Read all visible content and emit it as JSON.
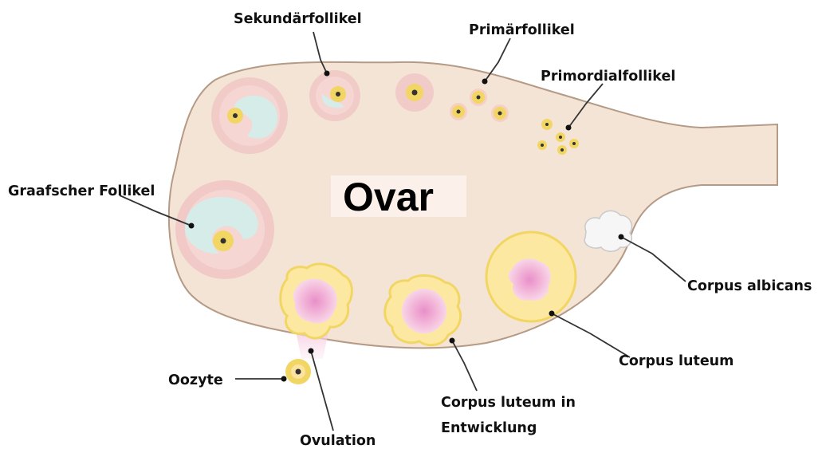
{
  "title": "Ovar",
  "labels": {
    "sekundaerfollikel": "Sekundärfollikel",
    "primaerfollikel": "Primärfollikel",
    "primordialfollikel": "Primordialfollikel",
    "graafscher_follikel": "Graafscher Follikel",
    "corpus_albicans": "Corpus albicans",
    "corpus_luteum": "Corpus luteum",
    "corpus_luteum_in_entwicklung_line1": "Corpus luteum in",
    "corpus_luteum_in_entwicklung_line2": "Entwicklung",
    "oozyte": "Oozyte",
    "ovulation": "Ovulation"
  },
  "colors": {
    "ovary_fill": "#f4e4d6",
    "ovary_outline": "#b59a86",
    "follicle_halo": "#f0c4c4",
    "antrum": "#d5ece8",
    "oocyte_ring": "#f2d664",
    "oocyte_core": "#cfa32a",
    "corpus_yellow": "#fce8a0",
    "corpus_pink": "#f3b9da",
    "corpus_albicans": "#f6f6f6",
    "title_box": "#fbf1ea"
  }
}
